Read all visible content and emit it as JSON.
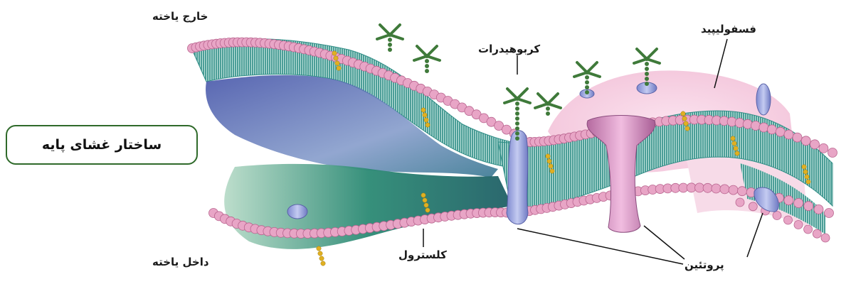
{
  "title": "ساختار غشای پایه",
  "labels": {
    "outside": "خارج یاخته",
    "inside": "داخل یاخته",
    "carbohydrate": "کربوهیدرات",
    "phospholipid": "فسفولیپید",
    "cholesterol": "کلسترول",
    "protein": "پروتئین"
  },
  "colors": {
    "phospholipid_head": "#e8a5c6",
    "phospholipid_tail": "#2f8d86",
    "protein_blue": "#9aa6e0",
    "protein_pink": "#d992c4",
    "carbohydrate": "#3f7a3a",
    "cholesterol": "#e0b022",
    "border": "#2f6a2a"
  }
}
